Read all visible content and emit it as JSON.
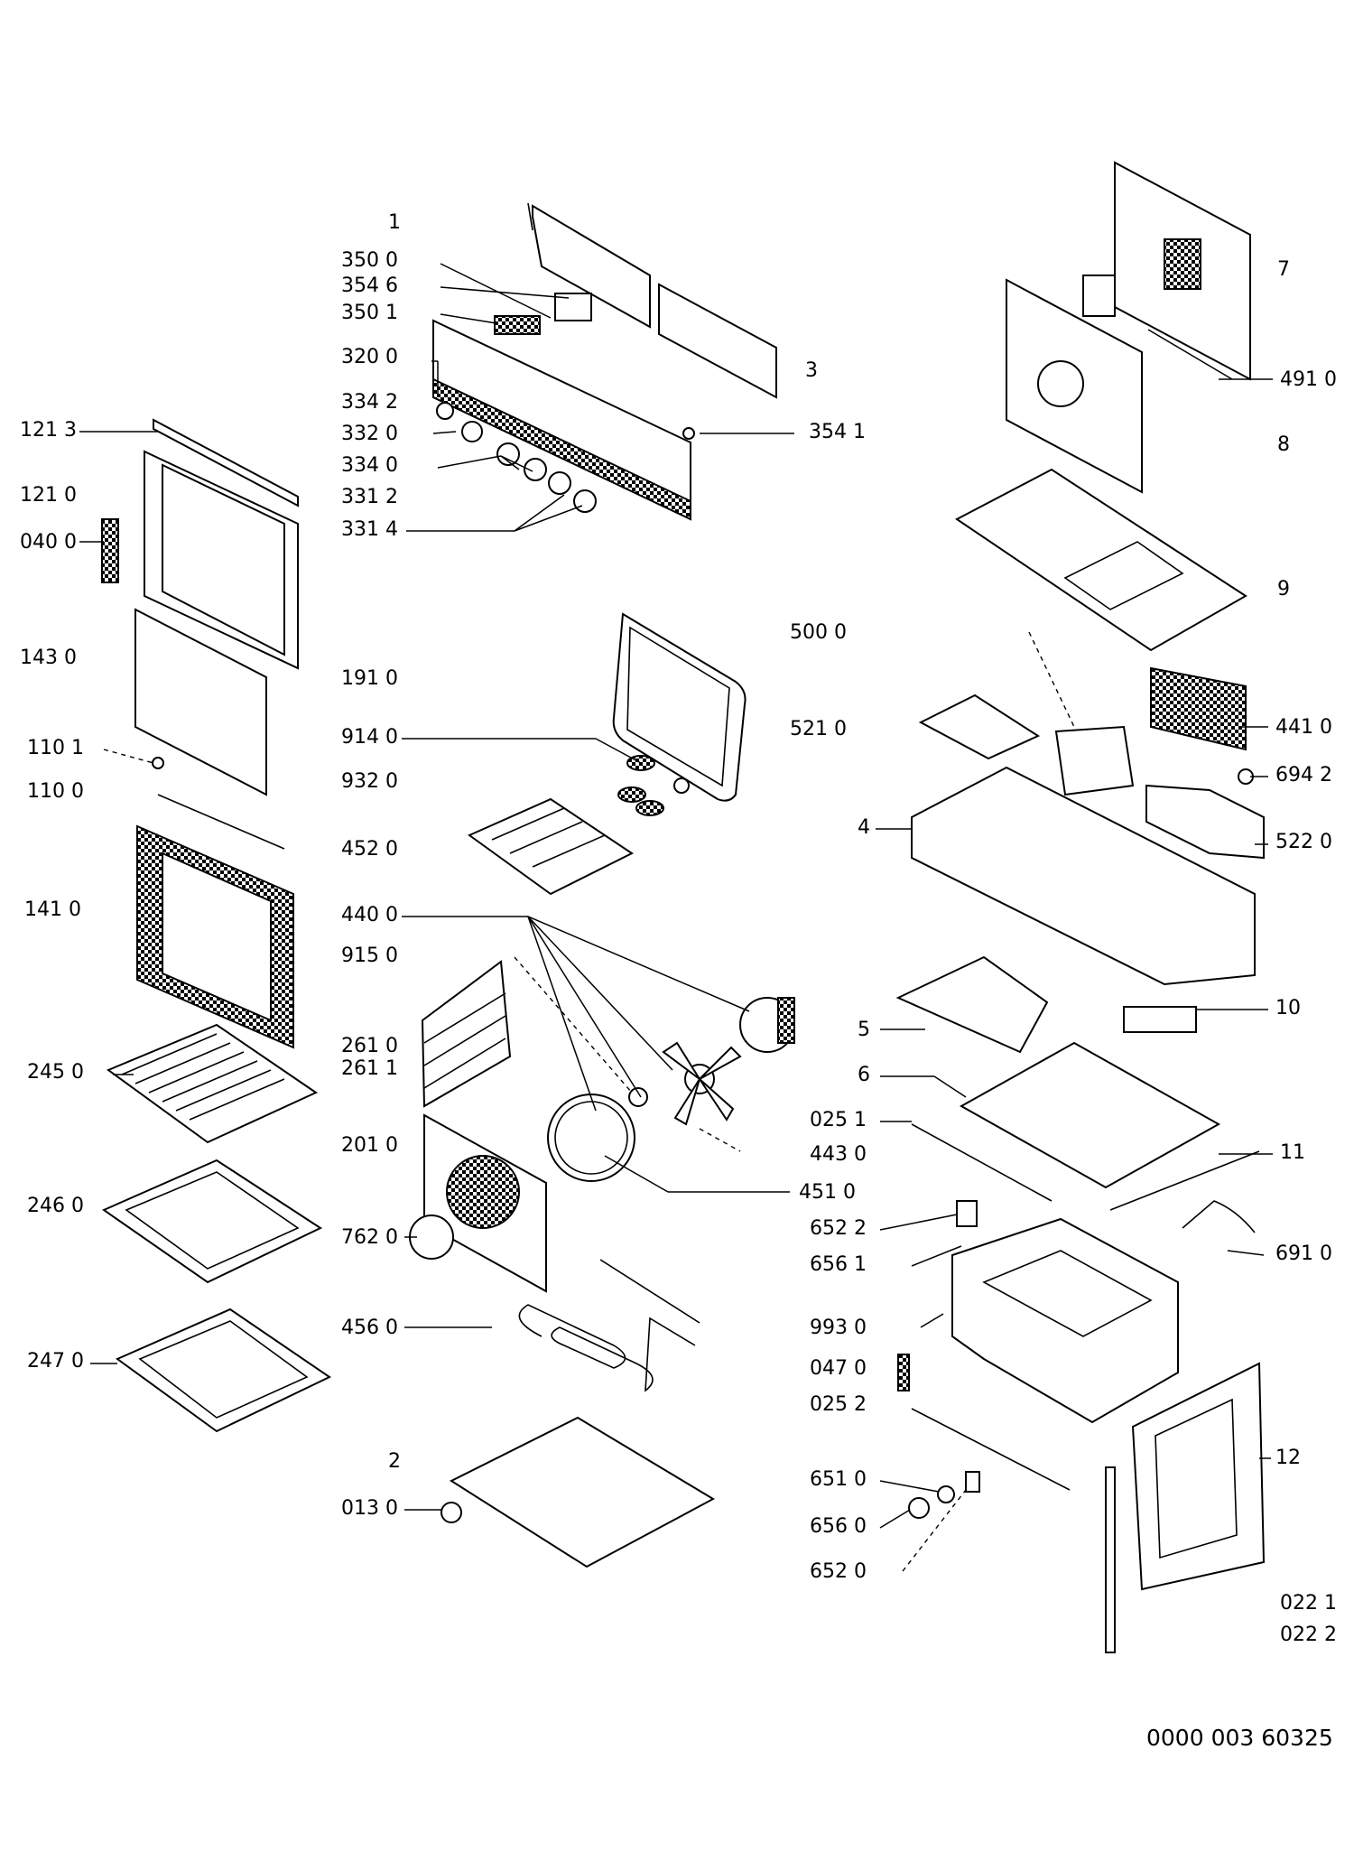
{
  "labels": [
    {
      "id": "lbl-1",
      "text": "1"
    },
    {
      "id": "lbl-3500",
      "text": "350 0"
    },
    {
      "id": "lbl-3546",
      "text": "354 6"
    },
    {
      "id": "lbl-3501",
      "text": "350 1"
    },
    {
      "id": "lbl-3200",
      "text": "320 0"
    },
    {
      "id": "lbl-3342",
      "text": "334 2"
    },
    {
      "id": "lbl-3320",
      "text": "332 0"
    },
    {
      "id": "lbl-3340",
      "text": "334 0"
    },
    {
      "id": "lbl-3312",
      "text": "331 2"
    },
    {
      "id": "lbl-3314",
      "text": "331 4"
    },
    {
      "id": "lbl-3",
      "text": "3"
    },
    {
      "id": "lbl-3541",
      "text": "354 1"
    },
    {
      "id": "lbl-1213",
      "text": "121 3"
    },
    {
      "id": "lbl-1210",
      "text": "121 0"
    },
    {
      "id": "lbl-0400",
      "text": "040 0"
    },
    {
      "id": "lbl-1430",
      "text": "143 0"
    },
    {
      "id": "lbl-1101",
      "text": "110 1"
    },
    {
      "id": "lbl-1100",
      "text": "110 0"
    },
    {
      "id": "lbl-1410",
      "text": "141 0"
    },
    {
      "id": "lbl-2450",
      "text": "245 0"
    },
    {
      "id": "lbl-2460",
      "text": "246 0"
    },
    {
      "id": "lbl-2470",
      "text": "247 0"
    },
    {
      "id": "lbl-1910",
      "text": "191 0"
    },
    {
      "id": "lbl-9140",
      "text": "914 0"
    },
    {
      "id": "lbl-9320",
      "text": "932 0"
    },
    {
      "id": "lbl-4520",
      "text": "452 0"
    },
    {
      "id": "lbl-4400",
      "text": "440 0"
    },
    {
      "id": "lbl-9150",
      "text": "915 0"
    },
    {
      "id": "lbl-2610",
      "text": "261 0"
    },
    {
      "id": "lbl-2611",
      "text": "261 1"
    },
    {
      "id": "lbl-2010",
      "text": "201 0"
    },
    {
      "id": "lbl-7620",
      "text": "762 0"
    },
    {
      "id": "lbl-4560",
      "text": "456 0"
    },
    {
      "id": "lbl-2",
      "text": "2"
    },
    {
      "id": "lbl-0130",
      "text": "013 0"
    },
    {
      "id": "lbl-7",
      "text": "7"
    },
    {
      "id": "lbl-4910",
      "text": "491 0"
    },
    {
      "id": "lbl-8",
      "text": "8"
    },
    {
      "id": "lbl-9",
      "text": "9"
    },
    {
      "id": "lbl-5000",
      "text": "500 0"
    },
    {
      "id": "lbl-5210",
      "text": "521 0"
    },
    {
      "id": "lbl-4410",
      "text": "441 0"
    },
    {
      "id": "lbl-6942",
      "text": "694 2"
    },
    {
      "id": "lbl-4",
      "text": "4"
    },
    {
      "id": "lbl-5220",
      "text": "522 0"
    },
    {
      "id": "lbl-5",
      "text": "5"
    },
    {
      "id": "lbl-10",
      "text": "10"
    },
    {
      "id": "lbl-6",
      "text": "6"
    },
    {
      "id": "lbl-0251",
      "text": "025 1"
    },
    {
      "id": "lbl-4430",
      "text": "443 0"
    },
    {
      "id": "lbl-11",
      "text": "11"
    },
    {
      "id": "lbl-4510",
      "text": "451 0"
    },
    {
      "id": "lbl-6522",
      "text": "652 2"
    },
    {
      "id": "lbl-6561",
      "text": "656 1"
    },
    {
      "id": "lbl-6910",
      "text": "691 0"
    },
    {
      "id": "lbl-9930",
      "text": "993 0"
    },
    {
      "id": "lbl-0470",
      "text": "047 0"
    },
    {
      "id": "lbl-0252",
      "text": "025 2"
    },
    {
      "id": "lbl-12",
      "text": "12"
    },
    {
      "id": "lbl-6510",
      "text": "651 0"
    },
    {
      "id": "lbl-6560",
      "text": "656 0"
    },
    {
      "id": "lbl-6520",
      "text": "652 0"
    },
    {
      "id": "lbl-0221",
      "text": "022 1"
    },
    {
      "id": "lbl-0222",
      "text": "022 2"
    }
  ],
  "document_number": "0000 003 60325"
}
